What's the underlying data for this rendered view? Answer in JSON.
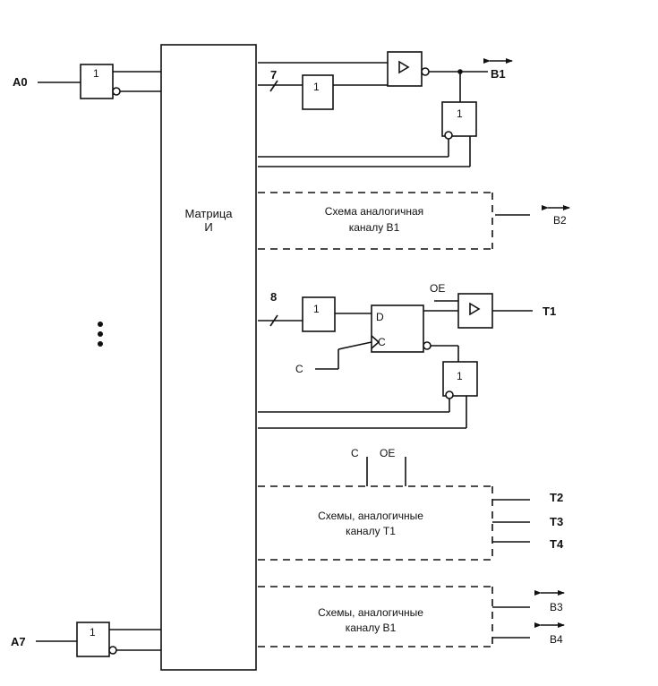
{
  "inputs": {
    "a0": "A0",
    "a7": "A7"
  },
  "matrix": {
    "line1": "Матрица",
    "line2": "И"
  },
  "gates": {
    "or_symbol": "1"
  },
  "buses": {
    "bus_b1_count": "7",
    "bus_t1_count": "8"
  },
  "flipflop": {
    "d": "D",
    "c": "C"
  },
  "control": {
    "oe": "OE",
    "clock": "C"
  },
  "outputs": {
    "b1": "B1",
    "b2": "B2",
    "b3": "B3",
    "b4": "B4",
    "t1": "T1",
    "t2": "T2",
    "t3": "T3",
    "t4": "T4"
  },
  "blocks": {
    "b2_similar": {
      "line1": "Схема аналогичная",
      "line2": "каналу B1"
    },
    "t_similar": {
      "line1": "Схемы, аналогичные",
      "line2": "каналу T1"
    },
    "b_similar": {
      "line1": "Схемы, аналогичные",
      "line2": "каналу B1"
    }
  },
  "ellipsis_icon": "vertical-ellipsis-icon"
}
